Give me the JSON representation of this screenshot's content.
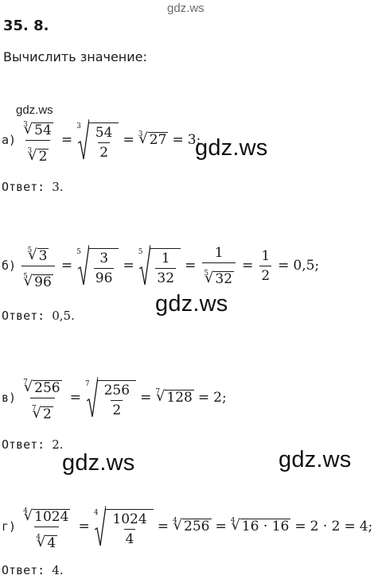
{
  "watermark": {
    "top": "gdz.ws",
    "a_small": "gdz.ws",
    "a_big": "gdz.ws",
    "b_big": "gdz.ws",
    "c_big_left": "gdz.ws",
    "c_big_right": "gdz.ws"
  },
  "heading": {
    "number": "35. 8.",
    "instruction": "Вычислить значение:"
  },
  "answer_word": "Ответ:",
  "items": [
    {
      "label": "а)",
      "lhs": {
        "num_index": "3",
        "num": "54",
        "den_index": "3",
        "den": "2"
      },
      "step1": {
        "index": "3",
        "num": "54",
        "den": "2"
      },
      "step2": {
        "index": "3",
        "radicand": "27"
      },
      "result": "3;",
      "answer": "3."
    },
    {
      "label": "б)",
      "lhs": {
        "num_index": "5",
        "num": "3",
        "den_index": "5",
        "den": "96"
      },
      "step1": {
        "index": "5",
        "num": "3",
        "den": "96"
      },
      "step2": {
        "index": "5",
        "num": "1",
        "den": "32"
      },
      "step3": {
        "num": "1",
        "den_index": "5",
        "den": "32"
      },
      "step4": {
        "num": "1",
        "den": "2"
      },
      "result": "0,5;",
      "answer": "0,5."
    },
    {
      "label": "в)",
      "lhs": {
        "num_index": "7",
        "num": "256",
        "den_index": "7",
        "den": "2"
      },
      "step1": {
        "index": "7",
        "num": "256",
        "den": "2"
      },
      "step2": {
        "index": "7",
        "radicand": "128"
      },
      "result": "2;",
      "answer": "2."
    },
    {
      "label": "г)",
      "lhs": {
        "num_index": "4",
        "num": "1024",
        "den_index": "4",
        "den": "4"
      },
      "step1": {
        "index": "4",
        "num": "1024",
        "den": "4"
      },
      "step2": {
        "index": "4",
        "radicand": "256"
      },
      "step3": {
        "index": "4",
        "radicand": "16 · 16"
      },
      "step4": "2 · 2",
      "result": "4;",
      "answer": "4."
    }
  ],
  "symbols": {
    "eq": "=",
    "radical": "√"
  }
}
